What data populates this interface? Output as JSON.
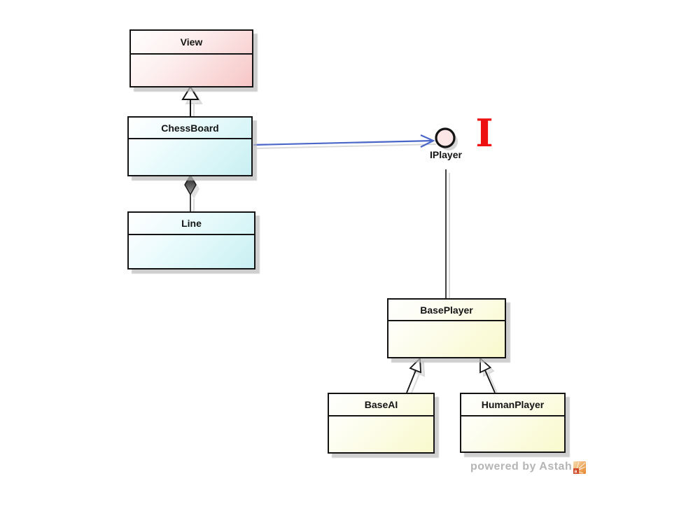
{
  "classes": {
    "view": {
      "name": "View"
    },
    "chessboard": {
      "name": "ChessBoard"
    },
    "line": {
      "name": "Line"
    },
    "baseplayer": {
      "name": "BasePlayer"
    },
    "baseai": {
      "name": "BaseAI"
    },
    "humanplayer": {
      "name": "HumanPlayer"
    }
  },
  "interface": {
    "name": "IPlayer"
  },
  "decoration": {
    "red_marker": "I"
  },
  "watermark": {
    "text": "powered by Astah",
    "logo": "astah-logo"
  },
  "relationships": [
    {
      "type": "generalization",
      "from": "ChessBoard",
      "to": "View"
    },
    {
      "type": "aggregation",
      "owner": "ChessBoard",
      "part": "Line"
    },
    {
      "type": "usage-arrow",
      "from": "ChessBoard",
      "to": "IPlayer"
    },
    {
      "type": "realization",
      "from": "BasePlayer",
      "to": "IPlayer"
    },
    {
      "type": "generalization",
      "from": "BaseAI",
      "to": "BasePlayer"
    },
    {
      "type": "generalization",
      "from": "HumanPlayer",
      "to": "BasePlayer"
    }
  ],
  "colors": {
    "class_pink": "#f7c6c6",
    "class_cyan": "#c9f0f3",
    "class_yellow": "#f9f9cc",
    "interface_ball_fill": "#fce6e6",
    "usage_arrow_blue": "#4a66c8",
    "red_marker": "#ee1111",
    "border_black": "#141414",
    "shadow_gray": "#c4c4c4",
    "watermark_gray": "#b5b5b5"
  }
}
